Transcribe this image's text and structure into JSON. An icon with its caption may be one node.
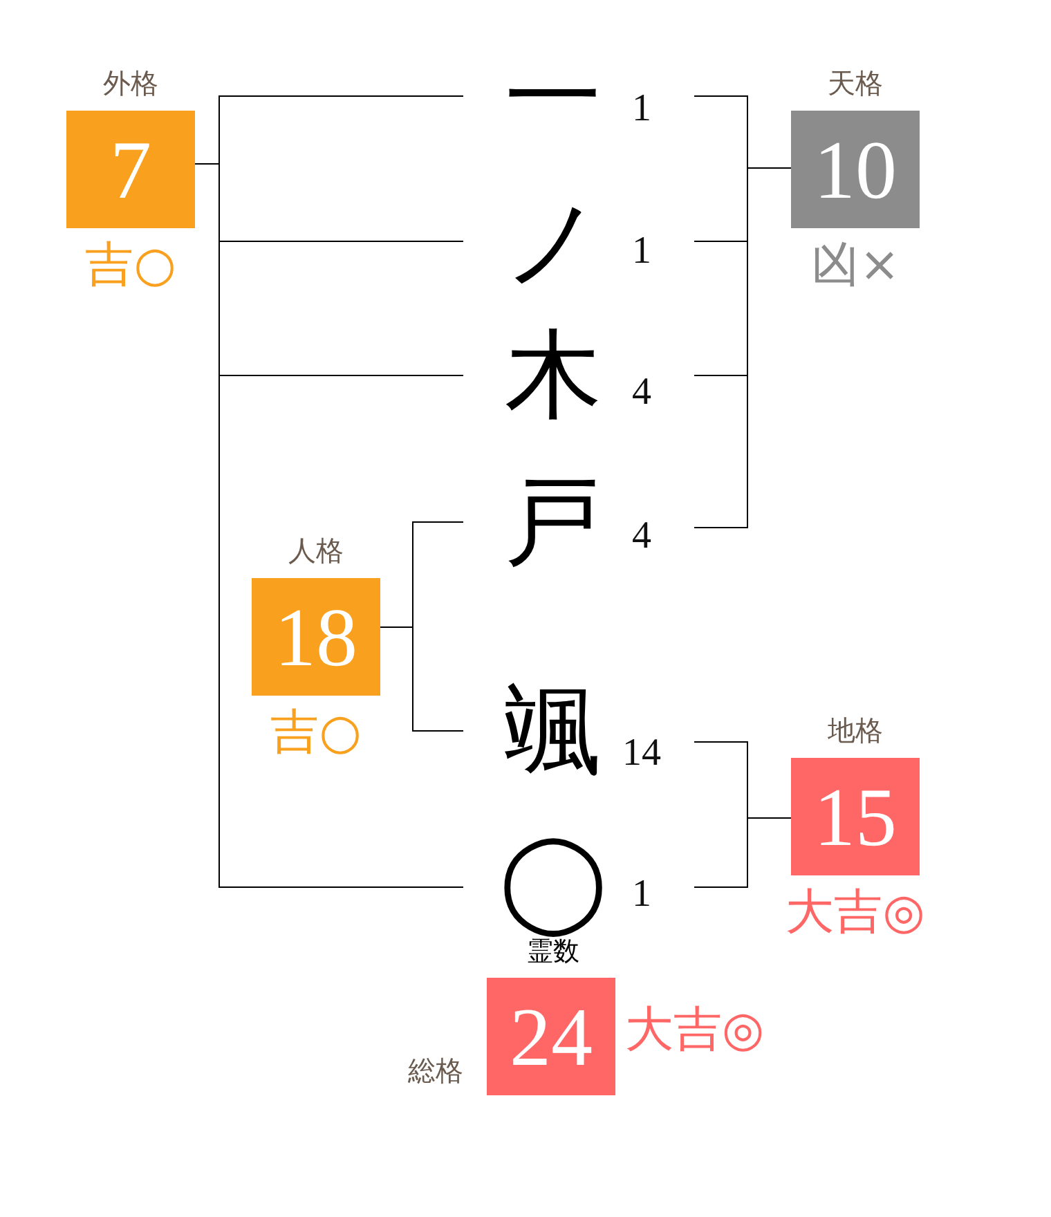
{
  "diagram": {
    "nodes": [
      {
        "text": [
          "外格",
          "7"
        ],
        "beside": [
          "吉○"
        ]
      },
      {
        "text": [
          "一"
        ],
        "beside": [
          "1"
        ]
      },
      {
        "text": [
          "天格",
          "10"
        ],
        "beside": [
          "凶×"
        ]
      },
      {
        "text": [
          "ノ"
        ],
        "beside": [
          "1"
        ]
      },
      {
        "text": [
          "木"
        ],
        "beside": [
          "4"
        ]
      },
      {
        "text": [
          "戸"
        ],
        "beside": [
          "4"
        ]
      },
      {
        "text": [
          "人格",
          "18"
        ],
        "beside": [
          "吉○"
        ]
      },
      {
        "text": [
          "颯"
        ],
        "beside": [
          "14"
        ]
      },
      {
        "text": [
          "地格",
          "15"
        ],
        "beside": [
          "大吉◎"
        ]
      },
      {
        "text": [
          "◯"
        ],
        "beside": [
          "1",
          "霊数"
        ]
      },
      {
        "text": [
          "総格",
          "24"
        ],
        "beside": [
          "大吉◎"
        ]
      }
    ],
    "edges": [
      {
        "from": 0,
        "to": 1,
        "arrow": "none"
      },
      {
        "from": 0,
        "to": 3,
        "arrow": "none"
      },
      {
        "from": 0,
        "to": 4,
        "arrow": "none"
      },
      {
        "from": 0,
        "to": 9,
        "arrow": "none"
      },
      {
        "from": 2,
        "to": 1,
        "arrow": "none"
      },
      {
        "from": 2,
        "to": 3,
        "arrow": "none"
      },
      {
        "from": 2,
        "to": 4,
        "arrow": "none"
      },
      {
        "from": 2,
        "to": 5,
        "arrow": "none"
      },
      {
        "from": 6,
        "to": 5,
        "arrow": "none"
      },
      {
        "from": 6,
        "to": 7,
        "arrow": "none"
      },
      {
        "from": 8,
        "to": 7,
        "arrow": "none"
      },
      {
        "from": 8,
        "to": 9,
        "arrow": "none"
      }
    ]
  }
}
